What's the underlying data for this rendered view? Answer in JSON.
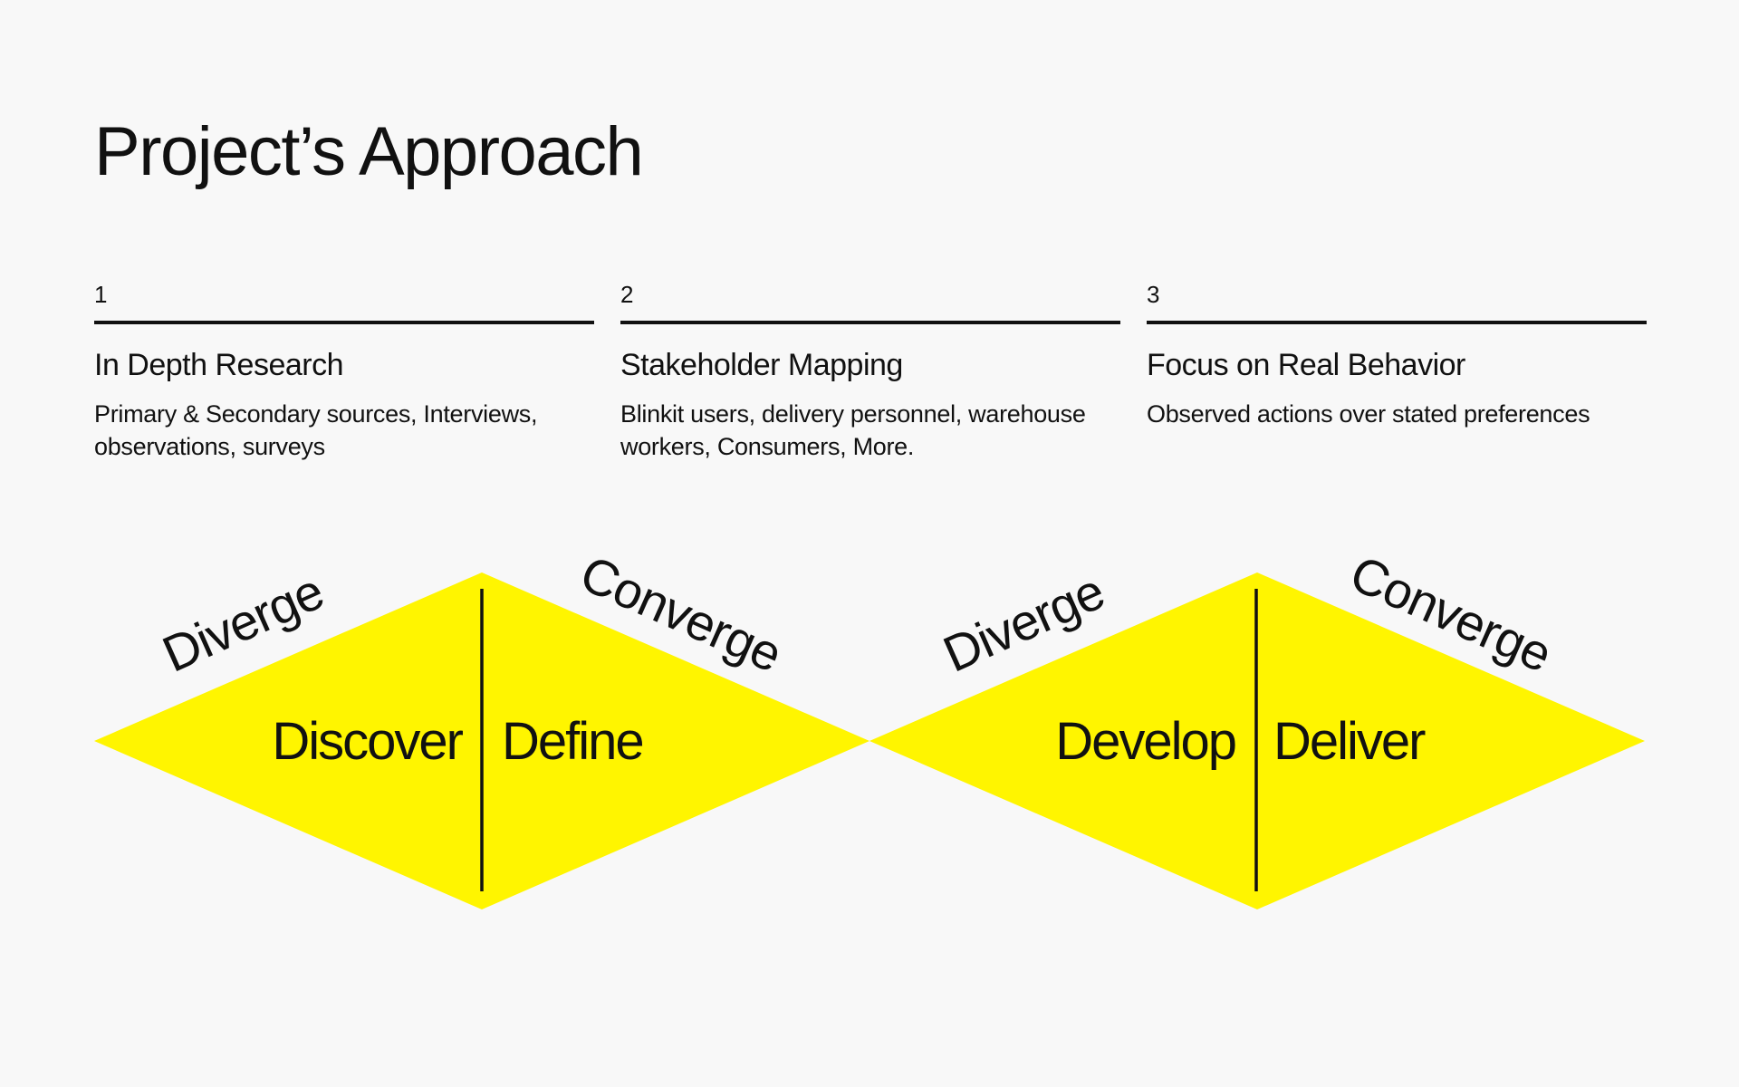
{
  "page": {
    "title": "Project’s Approach"
  },
  "steps": [
    {
      "number": "1",
      "title": "In Depth Research",
      "description": "Primary & Secondary sources, Interviews, observations, surveys"
    },
    {
      "number": "2",
      "title": "Stakeholder Mapping",
      "description": "Blinkit users, delivery personnel, warehouse workers, Consumers, More."
    },
    {
      "number": "3",
      "title": "Focus on Real Behavior",
      "description": "Observed actions over stated preferences"
    }
  ],
  "diamonds": [
    {
      "diverge_label": "Diverge",
      "converge_label": "Converge",
      "left_phase": "Discover",
      "right_phase": "Define"
    },
    {
      "diverge_label": "Diverge",
      "converge_label": "Converge",
      "left_phase": "Develop",
      "right_phase": "Deliver"
    }
  ],
  "colors": {
    "background": "#f8f8f8",
    "diamond_fill": "#fff500",
    "ink": "#111111"
  }
}
